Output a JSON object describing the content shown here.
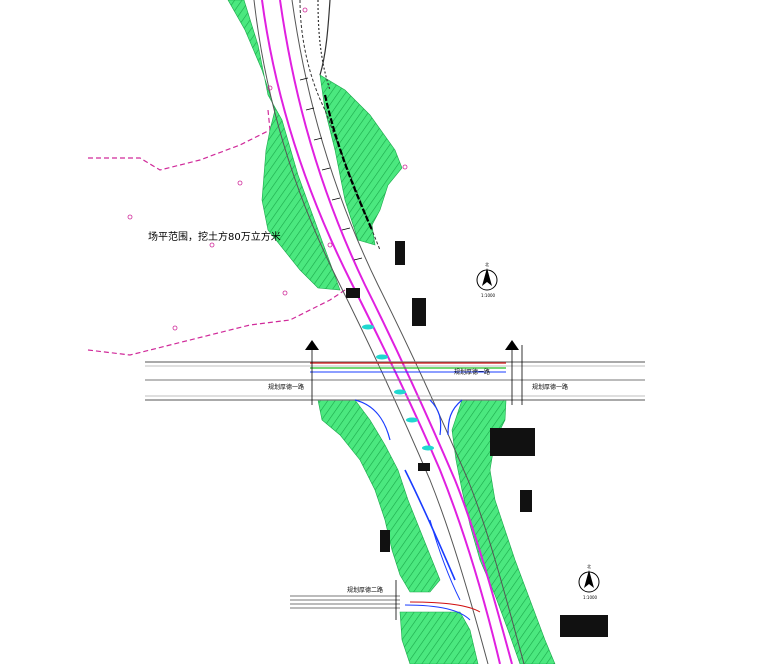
{
  "annotations": {
    "earthwork_note": "场平范围，挖土方80万立方米",
    "road_upper": "规划厚德一路",
    "road_lower": "规划厚德二路"
  },
  "north_arrows": [
    {
      "label": "北",
      "scale": "1:1000"
    },
    {
      "label": "北",
      "scale": "1:1000"
    }
  ],
  "colors": {
    "slope_fill": "#2ee66b",
    "main_alignment": "#e020e0",
    "road_lines": "#555555",
    "boundary_dash": "#d02a9a",
    "interchange_ramp": "#1a3cff",
    "accent_red": "#d01010",
    "accent_green": "#20c020",
    "cyan_marks": "#20d8d0"
  }
}
